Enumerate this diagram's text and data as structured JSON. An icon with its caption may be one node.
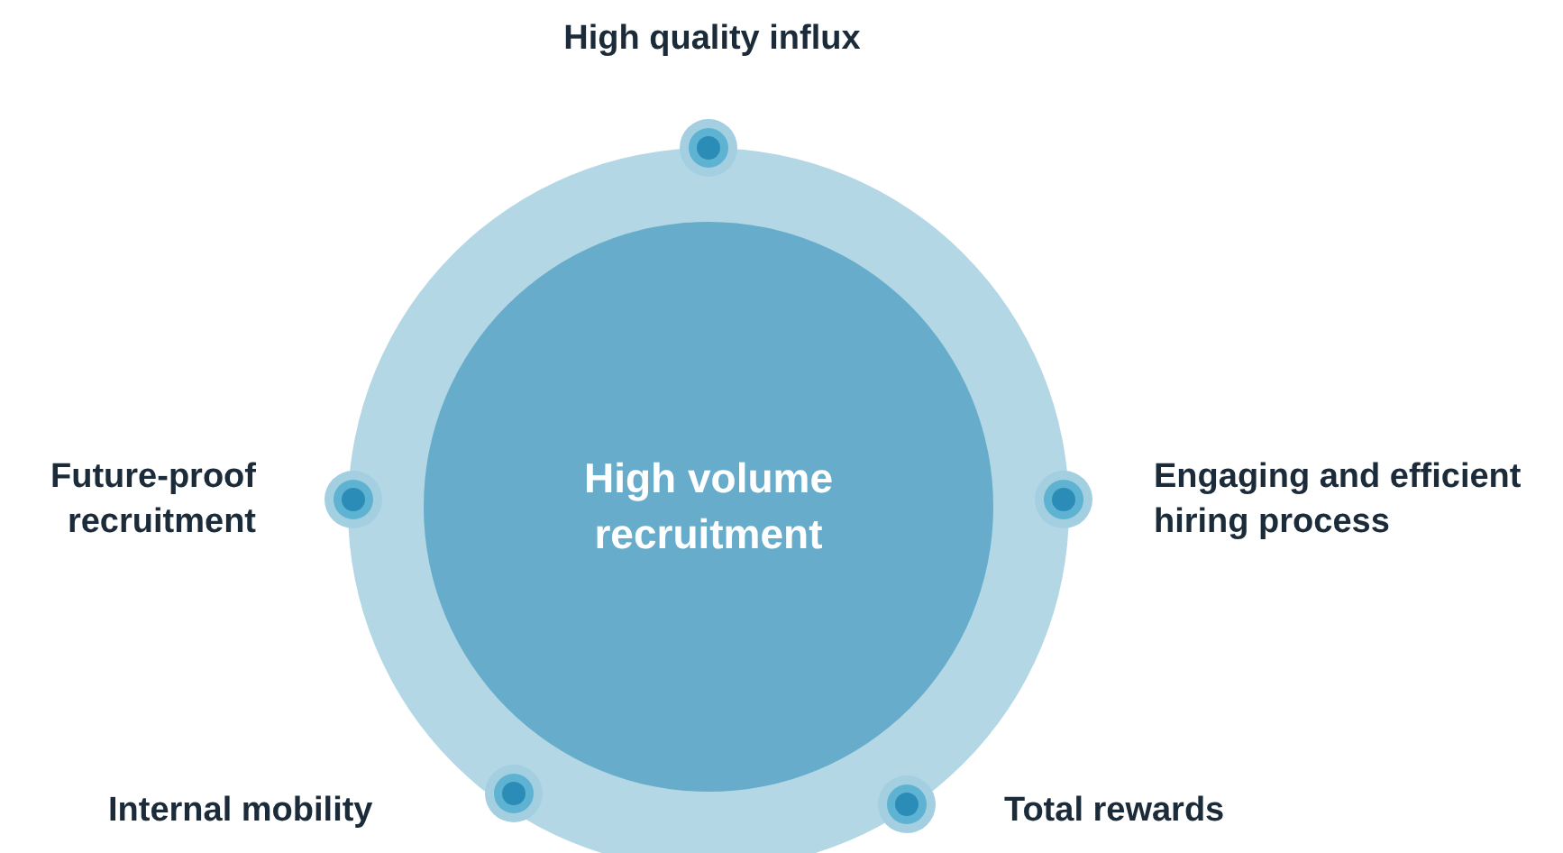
{
  "diagram": {
    "nodes": [
      {
        "text": [
          "High volume recruitment"
        ]
      }
    ],
    "labels": [
      "High quality influx",
      "Future-proof recruitment",
      "Engaging and efficient hiring process",
      "Internal mobility",
      "Total rewards"
    ]
  }
}
